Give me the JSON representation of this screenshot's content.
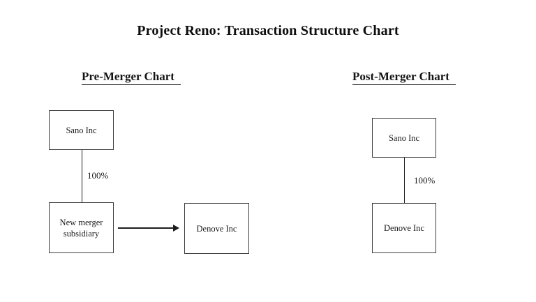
{
  "page": {
    "title": "Project Reno: Transaction Structure Chart",
    "colors": {
      "background": "#ffffff",
      "text": "#111111",
      "box_border": "#3d3d3d",
      "connector": "#1c1c1c"
    }
  },
  "pre_merger": {
    "heading": "Pre-Merger Chart",
    "parent_box": "Sano Inc",
    "ownership_label": "100%",
    "subsidiary_box": "New merger subsidiary",
    "target_box": "Denove Inc"
  },
  "post_merger": {
    "heading": "Post-Merger Chart",
    "parent_box": "Sano Inc",
    "ownership_label": "100%",
    "subsidiary_box": "Denove Inc"
  }
}
